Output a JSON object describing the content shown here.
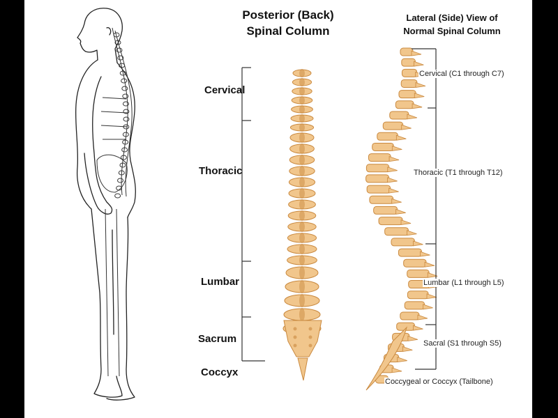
{
  "posterior": {
    "title_line1": "Posterior (Back)",
    "title_line2": "Spinal Column",
    "labels": {
      "cervical": "Cervical",
      "thoracic": "Thoracic",
      "lumbar": "Lumbar",
      "sacrum": "Sacrum",
      "coccyx": "Coccyx"
    }
  },
  "lateral": {
    "title_line1": "Lateral (Side) View of",
    "title_line2": "Normal Spinal Column",
    "labels": {
      "cervical": "Cervical (C1 through C7)",
      "thoracic": "Thoracic (T1 through T12)",
      "lumbar": "Lumbar (L1 through L5)",
      "sacral": "Sacral (S1 through S5)",
      "coccygeal": "Coccygeal or Coccyx (Tailbone)"
    }
  },
  "colors": {
    "bone": "#f1c68c",
    "bone_dark": "#c9893f",
    "outline": "#222222",
    "background": "#ffffff"
  }
}
